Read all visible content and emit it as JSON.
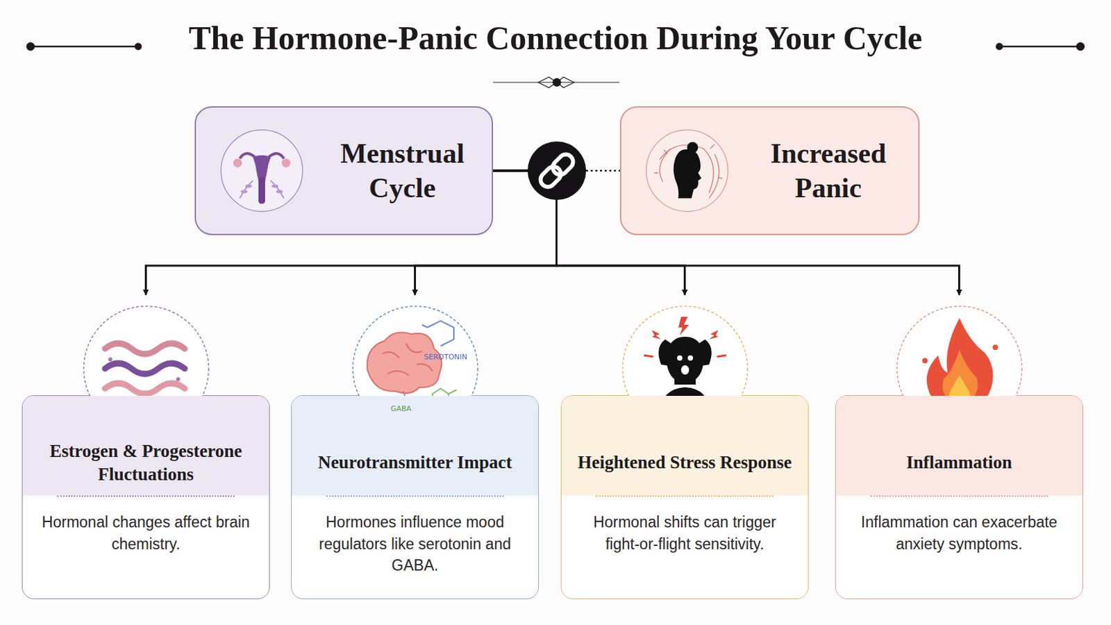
{
  "diagram": {
    "title": "The Hormone-Panic Connection During Your Cycle",
    "nodes": [
      {
        "text": [
          "Menstrual Cycle"
        ]
      },
      {
        "text": [
          "Increased Panic"
        ]
      },
      {
        "text": [
          "Estrogen & Progesterone Fluctuations",
          "Hormonal changes affect brain chemistry."
        ]
      },
      {
        "text": [
          "Neurotransmitter Impact",
          "Hormones influence mood regulators like serotonin and GABA."
        ]
      },
      {
        "text": [
          "Heightened Stress Response",
          "Hormonal shifts can trigger fight-or-flight sensitivity."
        ]
      },
      {
        "text": [
          "Inflammation",
          "Inflammation can exacerbate anxiety symptoms."
        ]
      }
    ],
    "edges": [
      {
        "from": 0,
        "to": 1,
        "arrow": "none"
      },
      {
        "from": 0,
        "to": 2,
        "arrow": "to"
      },
      {
        "from": 0,
        "to": 3,
        "arrow": "to"
      },
      {
        "from": 0,
        "to": 4,
        "arrow": "to"
      },
      {
        "from": 0,
        "to": 5,
        "arrow": "to"
      }
    ],
    "labels": [
      "SEROTONIN",
      "GABA"
    ]
  }
}
